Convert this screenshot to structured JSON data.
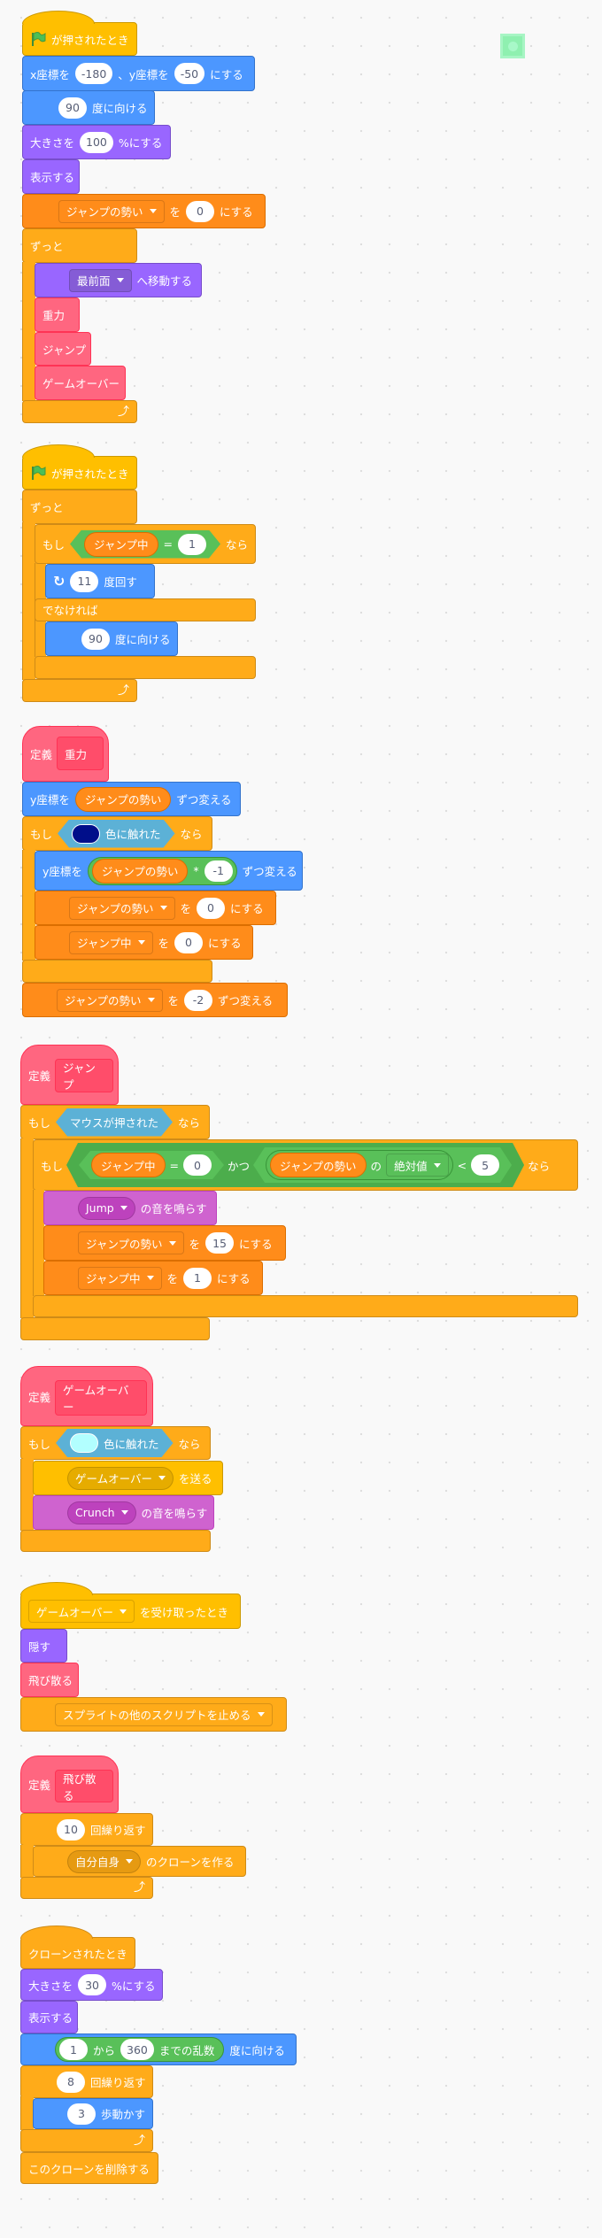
{
  "colors": {
    "motion": "#4c97ff",
    "looks": "#9966ff",
    "sound": "#cf63cf",
    "events": "#ffbf00",
    "control": "#ffab19",
    "sensing": "#5cb1d6",
    "operators": "#59c059",
    "variables": "#ff8c1a",
    "custom": "#ff6680",
    "touch_color_1": "#000e8a",
    "touch_color_2": "#b2ffff"
  },
  "common": {
    "when_flag": "が押されたとき",
    "forever": "ずっと",
    "if": "もし",
    "then": "なら",
    "else": "でなければ",
    "set_to": "を",
    "set_post": "にする",
    "change_post": "ずつ変える",
    "point_post": "度に向ける",
    "show": "表示する",
    "touching_color": "色に触れた",
    "eq": "=",
    "var_speed": "ジャンプの勢い",
    "var_jumping": "ジャンプ中",
    "define": "定義",
    "repeat_post": "回繰り返す",
    "play_sound_post": "の音を鳴らす"
  },
  "script1": {
    "goto_pre": "x座標を",
    "goto_x": "-180",
    "goto_mid": "、y座標を",
    "goto_y": "-50",
    "goto_post": "にする",
    "point_value": "90",
    "size_pre": "大きさを",
    "size_value": "100",
    "size_post": "%にする",
    "set_value": "0",
    "front_option": "最前面",
    "front_post": "へ移動する",
    "calls": [
      "重力",
      "ジャンプ",
      "ゲームオーバー"
    ]
  },
  "script2": {
    "eq_value": "1",
    "turn_value": "11",
    "turn_post": "度回す",
    "point_value": "90"
  },
  "script3": {
    "name": "重力",
    "changey_pre": "y座標を",
    "mul": "*",
    "mul_value": "-1",
    "set1_value": "0",
    "set2_value": "0",
    "change_value": "-2"
  },
  "script4": {
    "name": "ジャンプ",
    "mouse_down": "マウスが押された",
    "eq_value": "0",
    "and": "かつ",
    "of": "の",
    "abs": "絶対値",
    "lt": "<",
    "lt_value": "5",
    "sound": "Jump",
    "set1_value": "15",
    "set2_value": "1"
  },
  "script5": {
    "name": "ゲームオーバー",
    "message": "ゲームオーバー",
    "broadcast_post": "を送る",
    "sound": "Crunch",
    "receive_post": "を受け取ったとき",
    "hide": "隠す",
    "call": "飛び散る",
    "stop_option": "スプライトの他のスクリプトを止める"
  },
  "script6": {
    "name": "飛び散る",
    "repeat1_value": "10",
    "clone_option": "自分自身",
    "clone_post": "のクローンを作る",
    "clone_hat": "クローンされたとき",
    "size_pre": "大きさを",
    "size_value": "30",
    "size_post": "%にする",
    "rand_from": "1",
    "rand_mid": "から",
    "rand_to": "360",
    "rand_post": "までの乱数",
    "repeat2_value": "8",
    "move_value": "3",
    "move_post": "歩動かす",
    "delete": "このクローンを削除する"
  }
}
